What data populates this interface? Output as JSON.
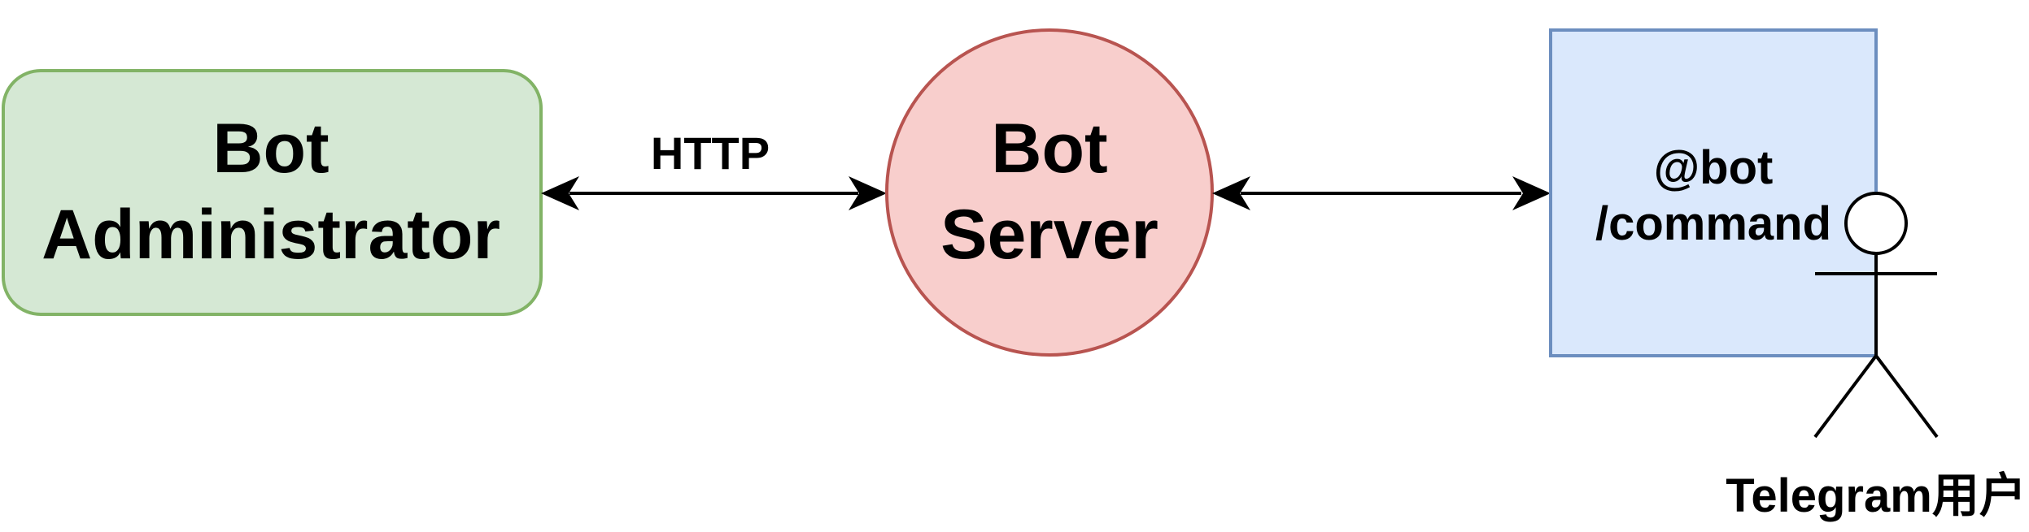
{
  "nodes": {
    "bot_administrator": {
      "line1": "Bot",
      "line2": "Administrator",
      "fill": "#d5e8d4",
      "stroke": "#82b366"
    },
    "bot_server": {
      "line1": "Bot",
      "line2": "Server",
      "fill": "#f8cecc",
      "stroke": "#b85450"
    },
    "telegram_chat": {
      "line1": "@bot",
      "line2": "/command",
      "fill": "#dae8fc",
      "stroke": "#6c8ebf"
    },
    "telegram_user": {
      "label": "Telegram用户"
    }
  },
  "edges": {
    "admin_server": {
      "label": "HTTP",
      "bidirectional": true
    },
    "server_telegram": {
      "label": "",
      "bidirectional": true
    }
  }
}
